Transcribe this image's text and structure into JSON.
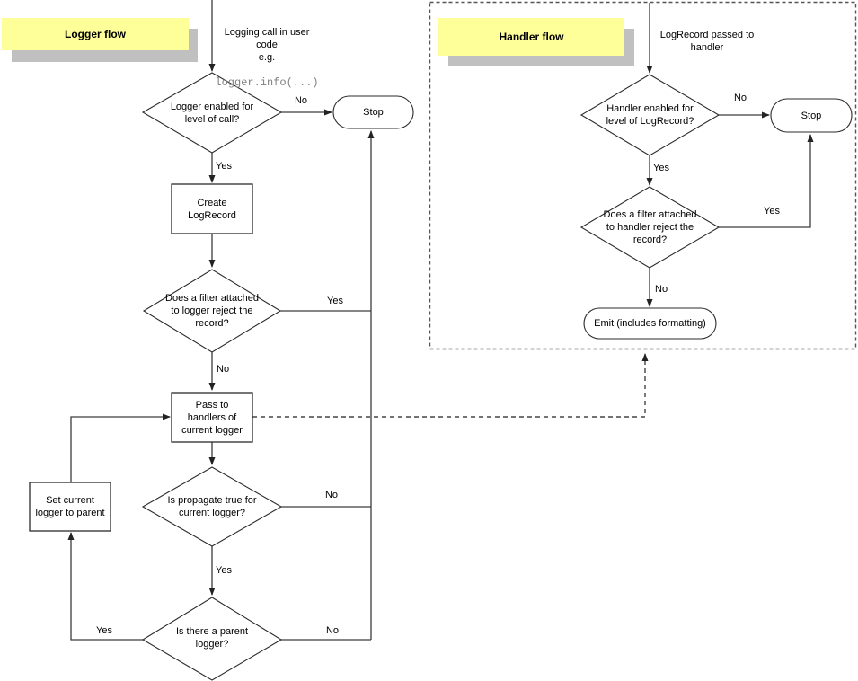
{
  "colors": {
    "sticky_fill": "#ffff99",
    "sticky_shadow": "#c0c0c0",
    "code_text": "#808080"
  },
  "logger_flow": {
    "title": "Logger flow",
    "entry_caption": "Logging call in user\ncode\ne.g.",
    "entry_code": "logger.info(...)",
    "nodes": {
      "level_check": "Logger enabled for\nlevel of call?",
      "stop": "Stop",
      "create_logrecord": "Create\nLogRecord",
      "filter_check": "Does a filter attached\nto logger reject the\nrecord?",
      "pass_handlers": "Pass to\nhandlers of\ncurrent logger",
      "propagate_check": "Is propagate true for\ncurrent logger?",
      "parent_check": "Is there a parent\nlogger?",
      "set_parent": "Set current\nlogger to parent"
    },
    "branch_labels": {
      "level_no": "No",
      "level_yes": "Yes",
      "filter_yes": "Yes",
      "filter_no": "No",
      "propagate_no": "No",
      "propagate_yes": "Yes",
      "parent_yes": "Yes",
      "parent_no": "No"
    }
  },
  "handler_flow": {
    "title": "Handler flow",
    "entry_caption": "LogRecord passed to\nhandler",
    "nodes": {
      "level_check": "Handler enabled for\nlevel of LogRecord?",
      "stop": "Stop",
      "filter_check": "Does a filter attached\nto handler reject the\nrecord?",
      "emit": "Emit (includes formatting)"
    },
    "branch_labels": {
      "level_no": "No",
      "level_yes": "Yes",
      "filter_yes": "Yes",
      "filter_no": "No"
    }
  }
}
